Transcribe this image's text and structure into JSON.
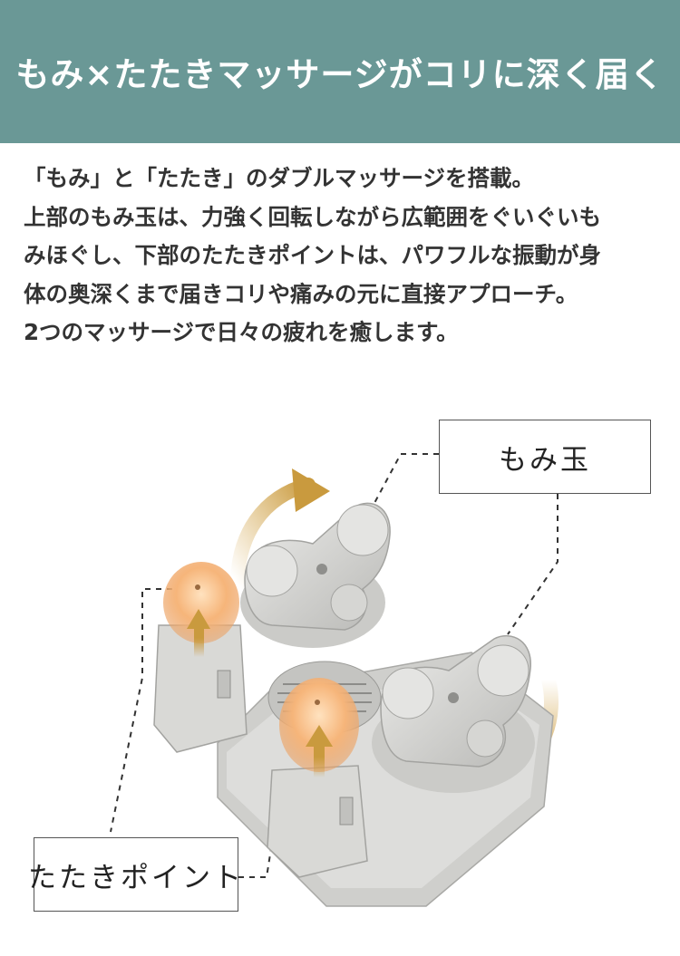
{
  "header": {
    "title": "もみ×たたきマッサージがコリに深く届く",
    "background_color": "#6a9896"
  },
  "description": {
    "lines": [
      "「もみ」と「たたき」のダブルマッサージを搭載。",
      "上部のもみ玉は、力強く回転しながら広範囲をぐいぐいも",
      "みほぐし、下部のたたきポイントは、パワフルな振動が身",
      "体の奥深くまで届きコリや痛みの元に直接アプローチ。",
      "2つのマッサージで日々の疲れを癒します。"
    ]
  },
  "labels": {
    "momi": "もみ玉",
    "tataki": "たたきポイント"
  },
  "colors": {
    "arrow_gold": "#c99a3e",
    "device_gray": "#d8d8d5",
    "glow_orange": "#f3b27a"
  },
  "icons": [
    "rotation-arrow-icon",
    "up-arrow-icon"
  ]
}
